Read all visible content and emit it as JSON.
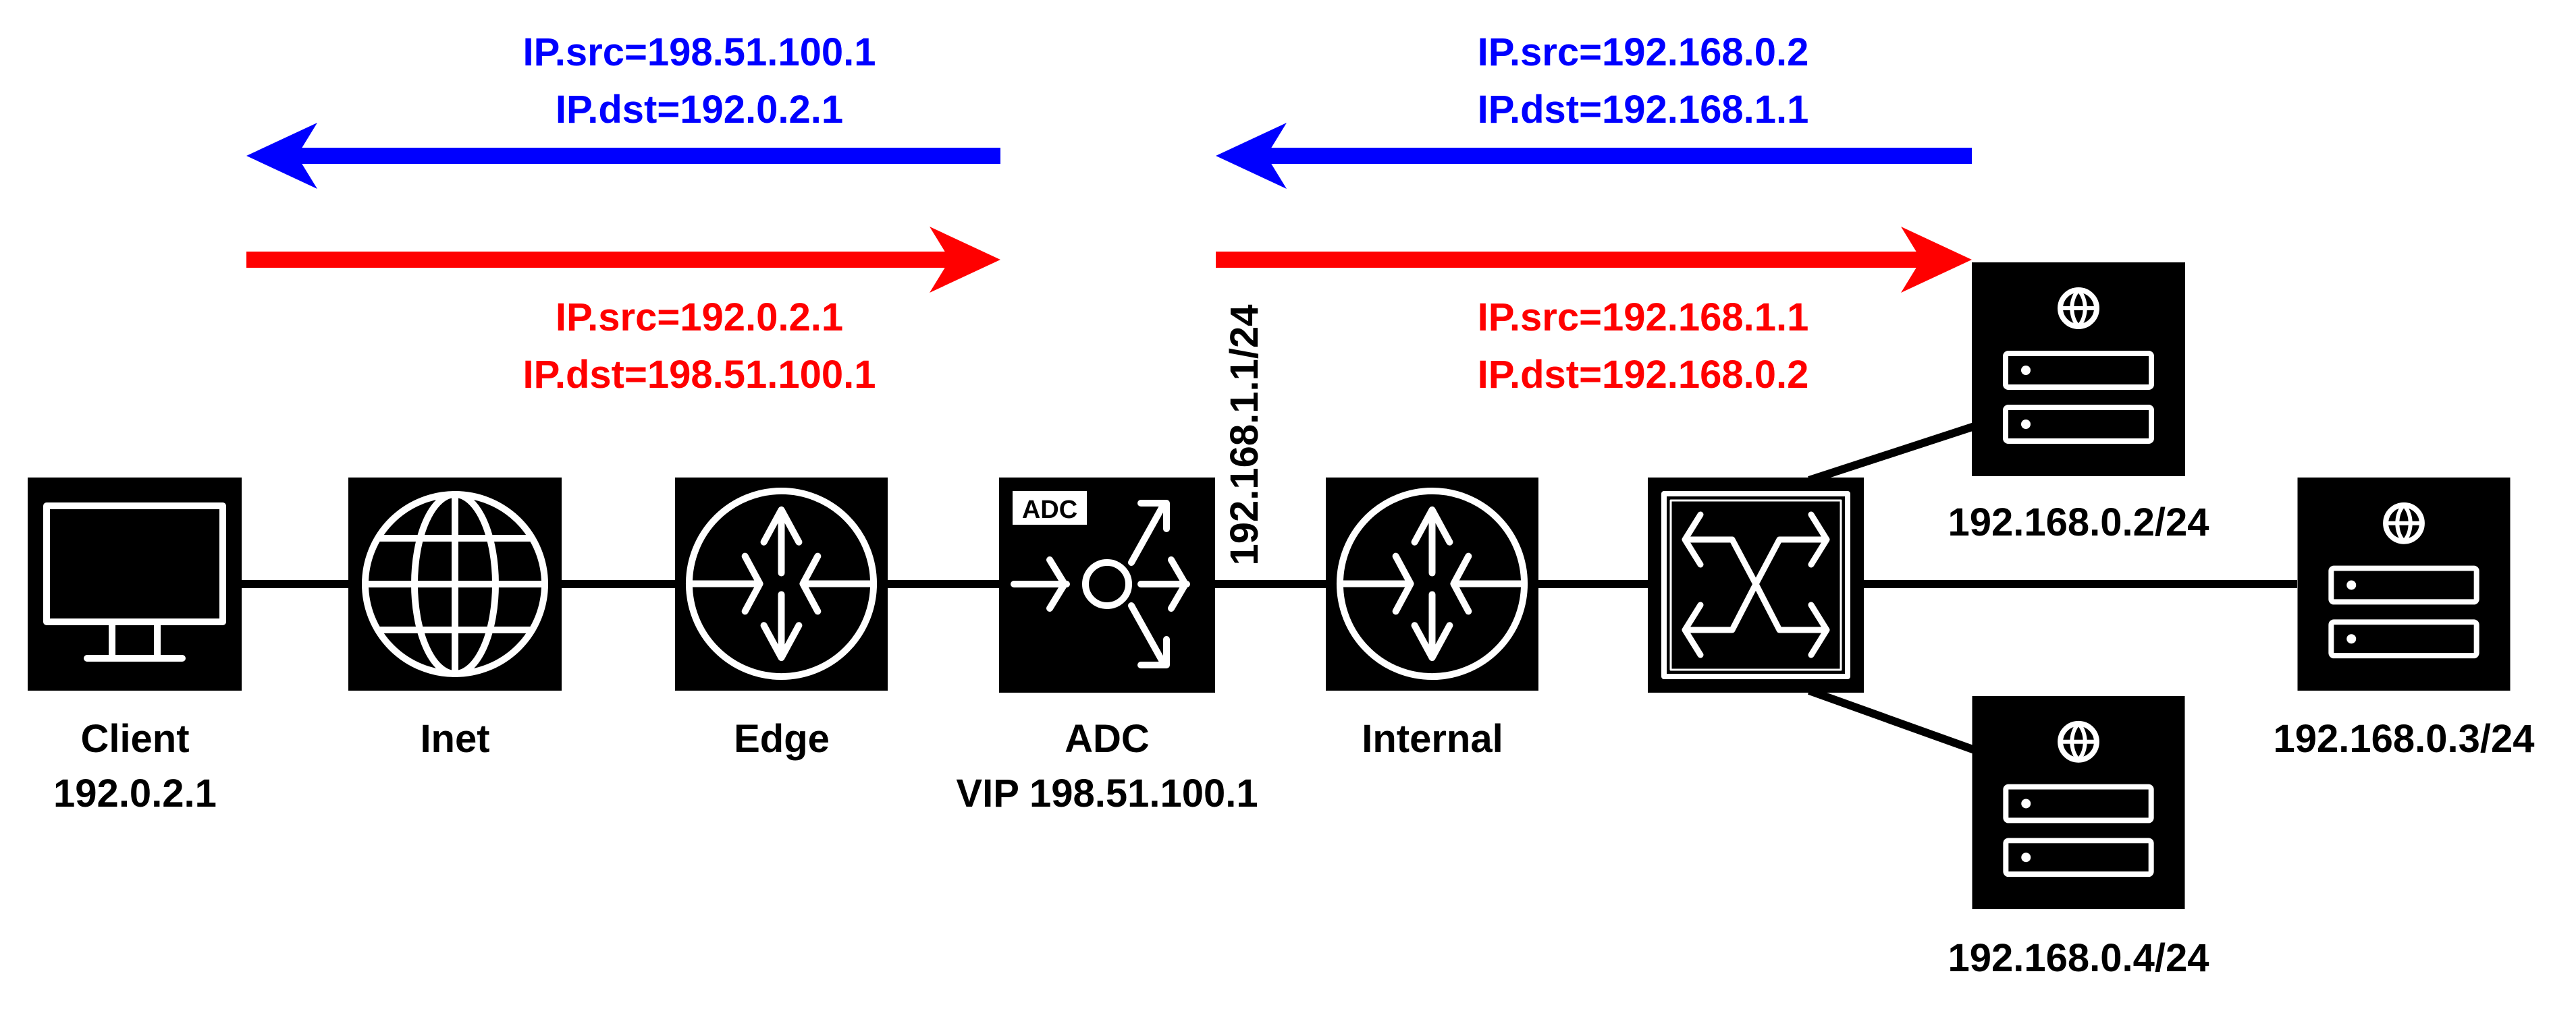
{
  "colors": {
    "request": "#ff0000",
    "response": "#0000ff",
    "node": "#000000"
  },
  "nodes": {
    "client": {
      "name": "Client",
      "ip": "192.0.2.1",
      "icon": "monitor-icon"
    },
    "inet": {
      "name": "Inet",
      "icon": "globe-icon"
    },
    "edge": {
      "name": "Edge",
      "icon": "router-icon"
    },
    "adc": {
      "name": "ADC",
      "vip": "VIP 198.51.100.1",
      "badge": "ADC",
      "icon": "load-balancer-icon",
      "inside_ip": "192.168.1.1/24"
    },
    "internal": {
      "name": "Internal",
      "icon": "router-icon"
    },
    "switch": {
      "icon": "switch-icon"
    },
    "server1": {
      "ip": "192.168.0.2/24",
      "icon": "web-server-icon"
    },
    "server2": {
      "ip": "192.168.0.3/24",
      "icon": "web-server-icon"
    },
    "server3": {
      "ip": "192.168.0.4/24",
      "icon": "web-server-icon"
    }
  },
  "flows": {
    "outside_response": {
      "src": "IP.src=198.51.100.1",
      "dst": "IP.dst=192.0.2.1"
    },
    "outside_request": {
      "src": "IP.src=192.0.2.1",
      "dst": "IP.dst=198.51.100.1"
    },
    "inside_response": {
      "src": "IP.src=192.168.0.2",
      "dst": "IP.dst=192.168.1.1"
    },
    "inside_request": {
      "src": "IP.src=192.168.1.1",
      "dst": "IP.dst=192.168.0.2"
    }
  }
}
